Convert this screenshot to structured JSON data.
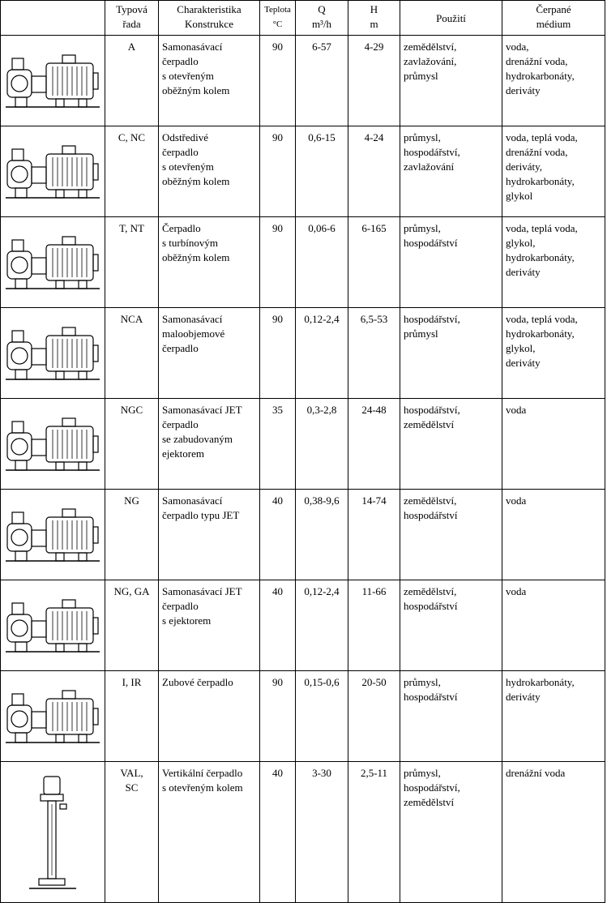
{
  "headers": {
    "type": [
      "Typová",
      "řada"
    ],
    "construction": [
      "Charakteristika",
      "Konstrukce"
    ],
    "temp": [
      "Teplota",
      "°C"
    ],
    "flow": [
      "Q",
      "m³/h"
    ],
    "head": [
      "H",
      "m"
    ],
    "usage": "Použití",
    "medium": [
      "Čerpané",
      "médium"
    ]
  },
  "rows": [
    {
      "type": [
        "A"
      ],
      "construction": [
        "Samonasávací",
        "čerpadlo",
        "s otevřeným",
        "oběžným kolem"
      ],
      "temp": "90",
      "flow": "6-57",
      "head": "4-29",
      "usage": [
        "zemědělství,",
        "zavlažování,",
        "průmysl"
      ],
      "medium": [
        "voda,",
        "drenážní voda,",
        "hydrokarbonáty,",
        "deriváty"
      ],
      "icon": "horizontal-self-priming-pump-icon"
    },
    {
      "type": [
        "C, NC"
      ],
      "construction": [
        "Odstředivé",
        "čerpadlo",
        "s otevřeným",
        "oběžným kolem"
      ],
      "temp": "90",
      "flow": "0,6-15",
      "head": "4-24",
      "usage": [
        "průmysl,",
        "hospodářství,",
        "zavlažování"
      ],
      "medium": [
        "voda, teplá voda,",
        "drenážní voda,",
        "deriváty,",
        "hydrokarbonáty,",
        "glykol"
      ],
      "icon": "centrifugal-pump-icon"
    },
    {
      "type": [
        "T, NT"
      ],
      "construction": [
        "Čerpadlo",
        "s turbínovým",
        "oběžným kolem"
      ],
      "temp": "90",
      "flow": "0,06-6",
      "head": "6-165",
      "usage": [
        "průmysl,",
        "hospodářství"
      ],
      "medium": [
        "voda, teplá voda,",
        "glykol,",
        "hydrokarbonáty,",
        "deriváty"
      ],
      "icon": "turbine-pump-icon"
    },
    {
      "type": [
        "NCA"
      ],
      "construction": [
        "Samonasávací",
        "maloobjemové",
        "čerpadlo"
      ],
      "temp": "90",
      "flow": "0,12-2,4",
      "head": "6,5-53",
      "usage": [
        "hospodářství,",
        "průmysl"
      ],
      "medium": [
        "voda, teplá voda,",
        "hydrokarbonáty,",
        "glykol,",
        "deriváty"
      ],
      "icon": "small-volume-pump-icon"
    },
    {
      "type": [
        "NGC"
      ],
      "construction": [
        "Samonasávací JET",
        "čerpadlo",
        "se zabudovaným",
        "ejektorem"
      ],
      "temp": "35",
      "flow": "0,3-2,8",
      "head": "24-48",
      "usage": [
        "hospodářství,",
        "zemědělství"
      ],
      "medium": [
        "voda"
      ],
      "icon": "jet-pump-built-in-ejector-icon"
    },
    {
      "type": [
        "NG"
      ],
      "construction": [
        "Samonasávací",
        "čerpadlo typu JET"
      ],
      "temp": "40",
      "flow": "0,38-9,6",
      "head": "14-74",
      "usage": [
        "zemědělství,",
        "hospodářství"
      ],
      "medium": [
        "voda"
      ],
      "icon": "jet-pump-icon"
    },
    {
      "type": [
        "NG, GA"
      ],
      "construction": [
        "Samonasávací JET",
        "čerpadlo",
        "s ejektorem"
      ],
      "temp": "40",
      "flow": "0,12-2,4",
      "head": "11-66",
      "usage": [
        "zemědělství,",
        "hospodářství"
      ],
      "medium": [
        "voda"
      ],
      "icon": "jet-pump-ejector-icon"
    },
    {
      "type": [
        "I, IR"
      ],
      "construction": [
        "Zubové čerpadlo"
      ],
      "temp": "90",
      "flow": "0,15-0,6",
      "head": "20-50",
      "usage": [
        "průmysl,",
        "hospodářství"
      ],
      "medium": [
        "hydrokarbonáty,",
        "deriváty"
      ],
      "icon": "gear-pump-icon"
    },
    {
      "type": [
        "VAL,",
        "SC"
      ],
      "construction": [
        "Vertikální čerpadlo",
        "s otevřeným kolem"
      ],
      "temp": "40",
      "flow": "3-30",
      "head": "2,5-11",
      "usage": [
        "průmysl,",
        "hospodářství,",
        "zemědělství"
      ],
      "medium": [
        "drenážní voda"
      ],
      "icon": "vertical-pump-icon"
    }
  ]
}
